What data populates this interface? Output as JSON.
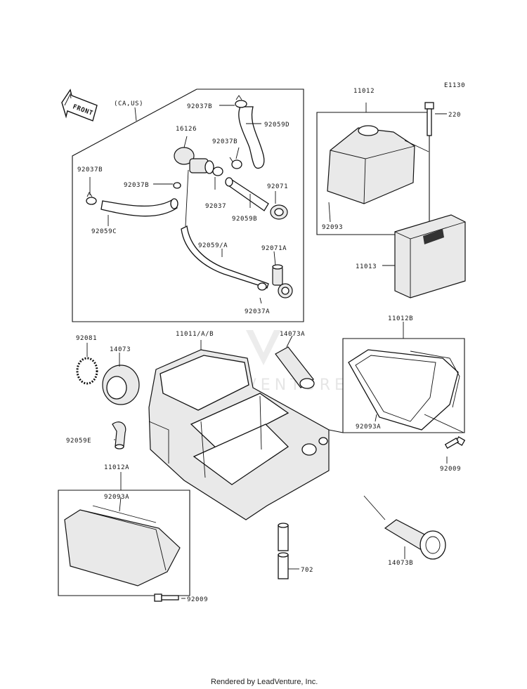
{
  "diagram": {
    "code": "E1130",
    "region_note": "(CA,US)",
    "front_label": "FRONT",
    "watermark": "LEADVENTURE",
    "footer": "Rendered by LeadVenture, Inc.",
    "part_labels": {
      "p11012": "11012",
      "p220": "220",
      "p92093": "92093",
      "p11013": "11013",
      "p92037B_1": "92037B",
      "p16126": "16126",
      "p92037B_2": "92037B",
      "p92059D": "92059D",
      "p92037B_3": "92037B",
      "p92037B_4": "92037B",
      "p92037": "92037",
      "p92071": "92071",
      "p92059B": "92059B",
      "p92059C": "92059C",
      "p92059A": "92059/A",
      "p92071A": "92071A",
      "p92037A": "92037A",
      "p92081": "92081",
      "p14073": "14073",
      "p11011AB": "11011/A/B",
      "p14073A": "14073A",
      "p11012B": "11012B",
      "p92093A_r": "92093A",
      "p92059E": "92059E",
      "p92009_r": "92009",
      "p11012A": "11012A",
      "p92093A_l": "92093A",
      "p702": "702",
      "p14073B": "14073B",
      "p92009_l": "92009"
    }
  }
}
